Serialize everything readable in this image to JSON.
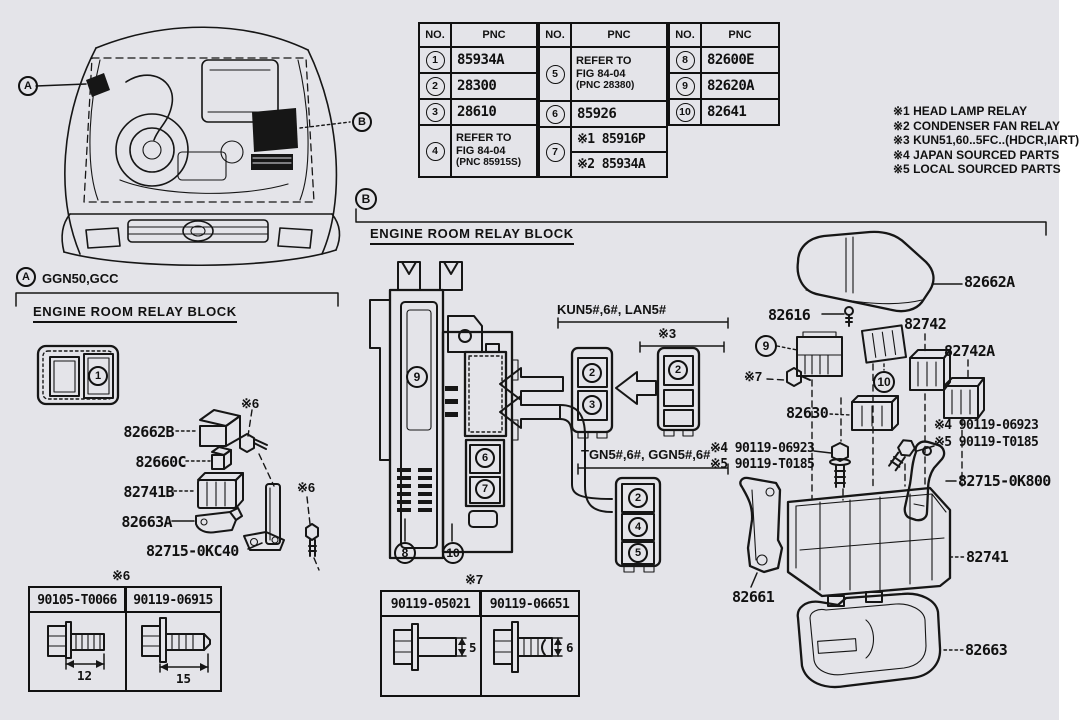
{
  "colors": {
    "background": "#e4e4e9",
    "line": "#161616"
  },
  "car": {
    "callout_a": "A",
    "callout_b": "B"
  },
  "section_a": {
    "label": "A",
    "code": "GGN50,GCC",
    "title": "ENGINE ROOM RELAY BLOCK",
    "block_no": "1"
  },
  "section_b": {
    "label": "B",
    "title": "ENGINE ROOM RELAY BLOCK"
  },
  "pnc_table": {
    "header_no": "NO.",
    "header_pnc": "PNC",
    "g1": {
      "r1_no": "1",
      "r1": "85934A",
      "r2_no": "2",
      "r2": "28300",
      "r3_no": "3",
      "r3": "28610",
      "r4_no": "4",
      "r4_l1": "REFER TO",
      "r4_l2": "FIG 84-04",
      "r4_l3": "(PNC 85915S)"
    },
    "g2": {
      "r1_no": "5",
      "r1_l1": "REFER TO",
      "r1_l2": "FIG 84-04",
      "r1_l3": "(PNC 28380)",
      "r2_no": "6",
      "r2": "85926",
      "r3_no": "7",
      "r3a": "※1 85916P",
      "r3b": "※2 85934A"
    },
    "g3": {
      "r1_no": "8",
      "r1": "82600E",
      "r2_no": "9",
      "r2": "82620A",
      "r3_no": "10",
      "r3": "82641"
    }
  },
  "notes": [
    "※1 HEAD LAMP RELAY",
    "※2 CONDENSER FAN RELAY",
    "※3 KUN51,60..5FC..(HDCR,IART)",
    "※4 JAPAN SOURCED PARTS",
    "※5 LOCAL SOURCED PARTS"
  ],
  "relay_module": {
    "n6": "6",
    "n7": "7",
    "n8": "8",
    "n9": "9",
    "n10": "10"
  },
  "housings": {
    "kun_label": "KUN5#,6#, LAN5#",
    "star3": "※3",
    "tgn_label": "TGN5#,6#, GGN5#,6#",
    "h1_top": "2",
    "h1_bottom": "3",
    "h2_top": "2",
    "h3_top": "2",
    "h3_mid": "4",
    "h3_bottom": "5"
  },
  "left_parts": {
    "p82662b": "82662B",
    "p82660c": "82660C",
    "p82741b": "82741B",
    "p82663a": "82663A",
    "p82715_0kc40": "82715-0KC40",
    "star6_a": "※6",
    "star6_b": "※6"
  },
  "right_parts": {
    "cover": "82662A",
    "screw": "82616",
    "relay9": "9",
    "star7": "※7",
    "relay10": "10",
    "p82742": "82742",
    "p82742a": "82742A",
    "p82630": "82630",
    "bolt_a_l1": "※4 90119-06923",
    "bolt_a_l2": "※5 90119-T0185",
    "bolt_b_l1": "※4 90119-06923",
    "bolt_b_l2": "※5 90119-T0185",
    "bracket": "82715-0K800",
    "case": "82741",
    "p82661": "82661",
    "tray": "82663"
  },
  "bolt_table_6": {
    "title": "※6",
    "col1_part": "90105-T0066",
    "col1_dim": "12",
    "col2_part": "90119-06915",
    "col2_dim": "15"
  },
  "bolt_table_7": {
    "title": "※7",
    "col1_part": "90119-05021",
    "col1_dim": "5",
    "col2_part": "90119-06651",
    "col2_dim": "6"
  }
}
